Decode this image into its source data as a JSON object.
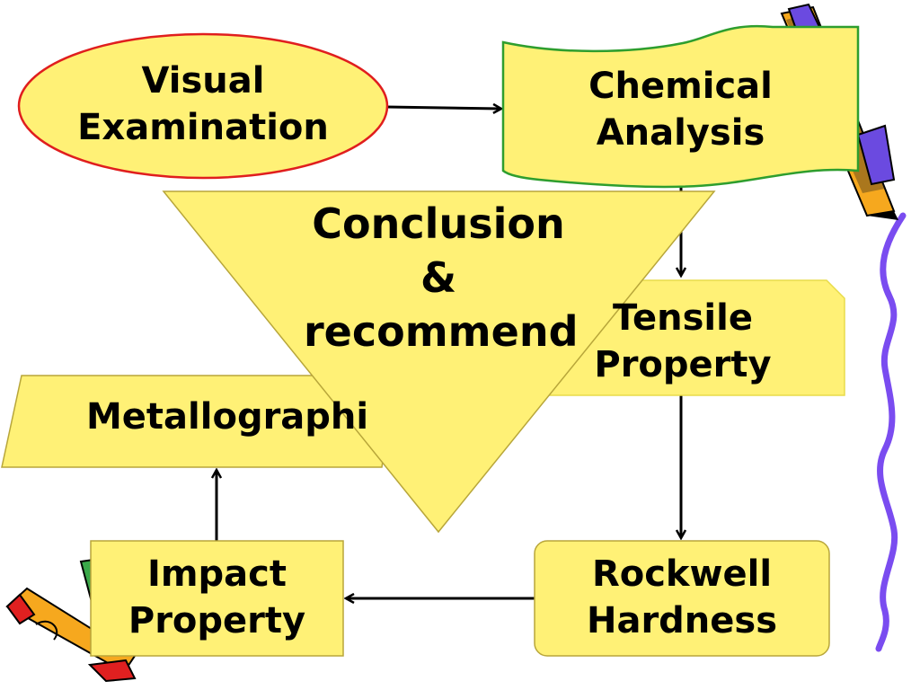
{
  "colors": {
    "box_fill": "#FFF176",
    "box_stroke": "#B8A63A",
    "ellipse_stroke": "#E01E1E",
    "banner_stroke": "#2E9E2E",
    "arrow": "#000000",
    "squiggle": "#7A4CF0"
  },
  "nodes": {
    "visual": {
      "line1": "Visual",
      "line2": "Examination"
    },
    "chemical": {
      "line1": "Chemical",
      "line2": "Analysis"
    },
    "tensile": {
      "line1": "Tensile",
      "line2": "Property"
    },
    "metallo": {
      "line1": "Metallographi"
    },
    "impact": {
      "line1": "Impact",
      "line2": "Property"
    },
    "rockwell": {
      "line1": "Rockwell",
      "line2": "Hardness"
    },
    "conclusion": {
      "line1": "Conclusion",
      "line2": "&",
      "line3": "recommend"
    }
  },
  "decorations": [
    "pencil-clipart-top-right",
    "pencil-clipart-bottom-left",
    "purple-squiggle-line"
  ]
}
